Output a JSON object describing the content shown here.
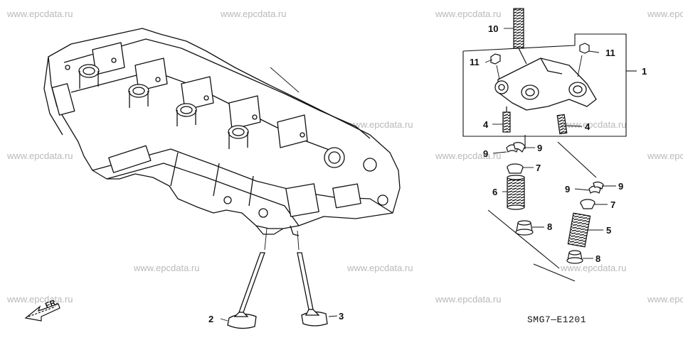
{
  "watermark": "www.epcdata.ru",
  "diagram_code": "SMG7—E1201",
  "front_marker": "FR.",
  "callouts": {
    "c1": "1",
    "c2": "2",
    "c3": "3",
    "c4a": "4",
    "c4b": "4",
    "c5": "5",
    "c6": "6",
    "c7a": "7",
    "c7b": "7",
    "c8a": "8",
    "c8b": "8",
    "c9a": "9",
    "c9b": "9",
    "c9c": "9",
    "c9d": "9",
    "c10": "10",
    "c11a": "11",
    "c11b": "11"
  }
}
